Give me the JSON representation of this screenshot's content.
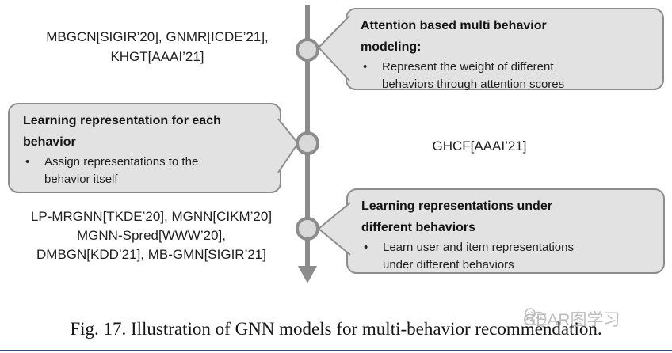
{
  "diagram": {
    "bullet_char": "•",
    "stages": [
      {
        "models": [
          "MBGCN[SIGIR’20], GNMR[ICDE’21],",
          "KHGT[AAAI’21]"
        ],
        "callout_title": "Attention based multi behavior modeling:",
        "callout_bullet": "Represent the weight of different behaviors through attention scores"
      },
      {
        "models": [
          "GHCF[AAAI’21]"
        ],
        "callout_title": "Learning representation for each behavior",
        "callout_bullet": "Assign representations to the behavior itself"
      },
      {
        "models": [
          "LP-MRGNN[TKDE’20], MGNN[CIKM’20]",
          "MGNN-Spred[WWW’20],",
          "DMBGN[KDD’21], MB-GMN[SIGIR’21]"
        ],
        "callout_title": "Learning representations under different behaviors",
        "callout_bullet": "Learn user and item representations under different behaviors"
      }
    ]
  },
  "caption": "Fig. 17.  Illustration of GNN models for multi-behavior recommendation.",
  "watermark": "GEAR图学习",
  "colors": {
    "box_fill": "#e2e2e2",
    "box_stroke": "#8c8c8c",
    "timeline": "#8c8c8c",
    "node_fill": "#d9d9d9",
    "divider_blue": "#2b4a70",
    "watermark_gray": "#bdbdbd"
  }
}
